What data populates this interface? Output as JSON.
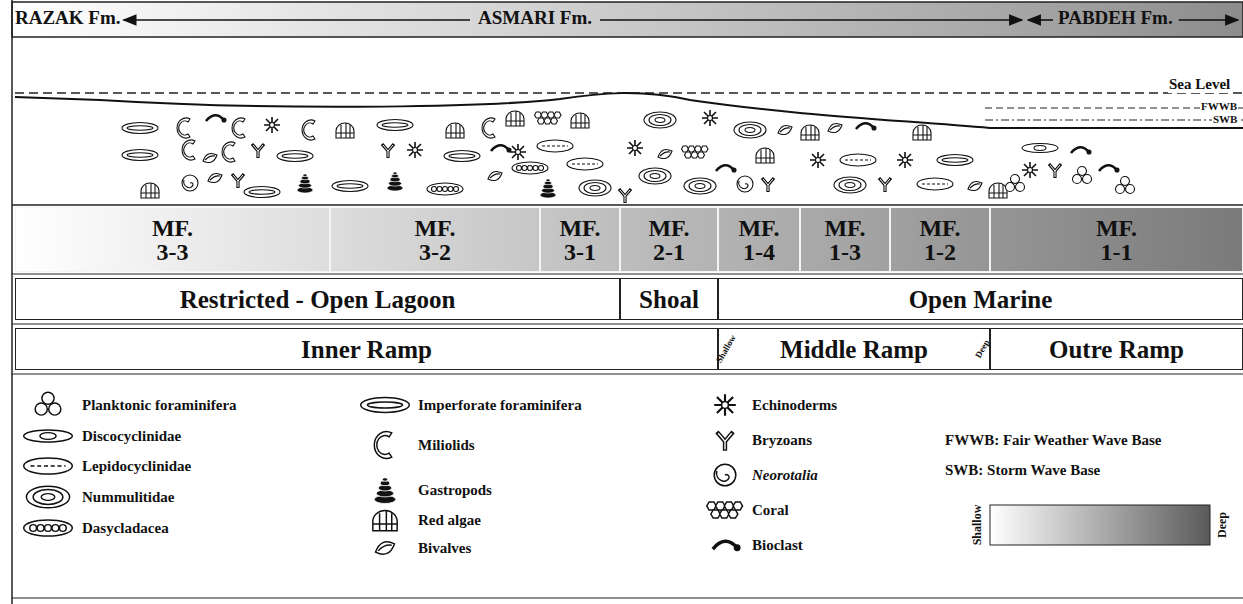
{
  "diagram": {
    "nodes": [
      {
        "text": [
          "MF. 3-3"
        ]
      },
      {
        "text": [
          "MF. 3-2"
        ]
      },
      {
        "text": [
          "MF. 3-1"
        ]
      },
      {
        "text": [
          "MF. 2-1"
        ]
      },
      {
        "text": [
          "MF. 1-4"
        ]
      },
      {
        "text": [
          "MF. 1-3"
        ]
      },
      {
        "text": [
          "MF. 1-2"
        ]
      },
      {
        "text": [
          "MF. 1-1"
        ]
      },
      {
        "text": [
          "Restricted - Open Lagoon"
        ]
      },
      {
        "text": [
          "Shoal"
        ]
      },
      {
        "text": [
          "Open Marine"
        ]
      },
      {
        "text": [
          "Inner Ramp"
        ]
      },
      {
        "text": [
          "Middle Ramp",
          "Shallow",
          "Deep"
        ]
      },
      {
        "text": [
          "Outre Ramp"
        ]
      }
    ],
    "edges": [],
    "labels": [
      "RAZAK Fm.",
      "ASMARI Fm.",
      "PABDEH Fm.",
      "Sea Level",
      "FWWB",
      "SWB",
      "FWWB: Fair Weather Wave Base",
      "SWB: Storm Wave Base",
      "Shallow",
      "Deep"
    ],
    "legend": [
      {
        "text": "Planktonic foraminifera"
      },
      {
        "text": "Discocyclinidae"
      },
      {
        "text": "Lepidocyclinidae"
      },
      {
        "text": "Nummulitidae"
      },
      {
        "text": "Dasycladacea"
      },
      {
        "text": "Imperforate foraminifera"
      },
      {
        "text": "Miliolids"
      },
      {
        "text": "Gastropods"
      },
      {
        "text": "Red algae"
      },
      {
        "text": "Bivalves"
      },
      {
        "text": "Echinoderms"
      },
      {
        "text": "Bryzoans"
      },
      {
        "text": "Neorotalia"
      },
      {
        "text": "Coral"
      },
      {
        "text": "Bioclast"
      }
    ]
  }
}
